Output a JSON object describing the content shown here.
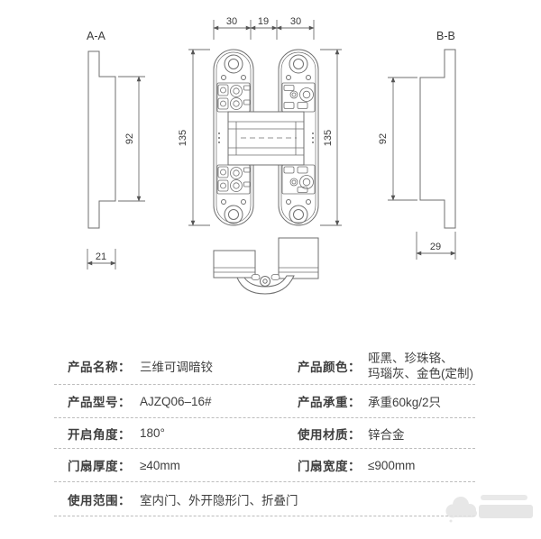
{
  "drawing": {
    "section_a": "A-A",
    "section_b": "B-B",
    "dims": {
      "top_w1": "30",
      "top_gap": "19",
      "top_w2": "30",
      "h_left": "135",
      "h_right": "135",
      "aa_h": "92",
      "bb_h": "92",
      "aa_w": "21",
      "bb_w": "29"
    }
  },
  "table": {
    "left_rows": [
      {
        "label": "产品名称：",
        "value": "三维可调暗铰"
      },
      {
        "label": "产品型号：",
        "value": "AJZQ06–16#"
      },
      {
        "label": "开启角度：",
        "value": "180°"
      },
      {
        "label": "门扇厚度：",
        "value": "≥40mm"
      },
      {
        "label": "使用范围：",
        "value": "室内门、外开隐形门、折叠门"
      }
    ],
    "right_rows": [
      {
        "label": "产品颜色：",
        "value": "哑黑、珍珠铬、\n玛瑙灰、金色(定制)"
      },
      {
        "label": "产品承重：",
        "value": "承重60kg/2只"
      },
      {
        "label": "使用材质：",
        "value": "锌合金"
      },
      {
        "label": "门扇宽度：",
        "value": "≤900mm"
      }
    ]
  },
  "colors": {
    "line_gray": "#6f6f6f",
    "dim_text": "#3a3a3a",
    "table_text": "#3f3f3f",
    "divider_dashed": "#bdbdbd",
    "watermark_gray": "#e3e3e3",
    "background": "#ffffff"
  }
}
